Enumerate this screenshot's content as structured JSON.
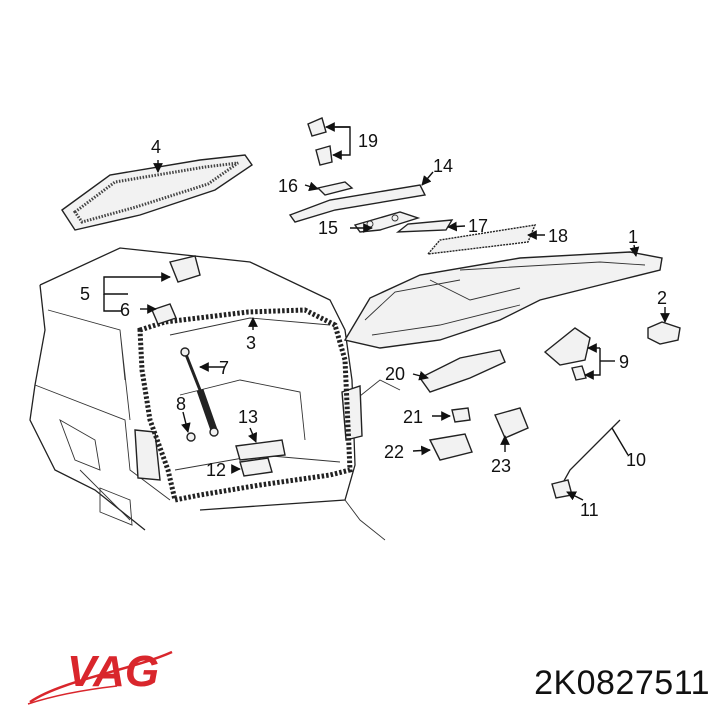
{
  "callouts": {
    "c1": "1",
    "c2": "2",
    "c3": "3",
    "c4": "4",
    "c5": "5",
    "c6": "6",
    "c7": "7",
    "c8": "8",
    "c9": "9",
    "c10": "10",
    "c11": "11",
    "c12": "12",
    "c13": "13",
    "c14": "14",
    "c15": "15",
    "c16": "16",
    "c17": "17",
    "c18": "18",
    "c19": "19",
    "c20": "20",
    "c21": "21",
    "c22": "22",
    "c23": "23"
  },
  "brand": {
    "logo_text": "VAG",
    "logo_color": "#d9262c"
  },
  "part_number": "2K0827511"
}
